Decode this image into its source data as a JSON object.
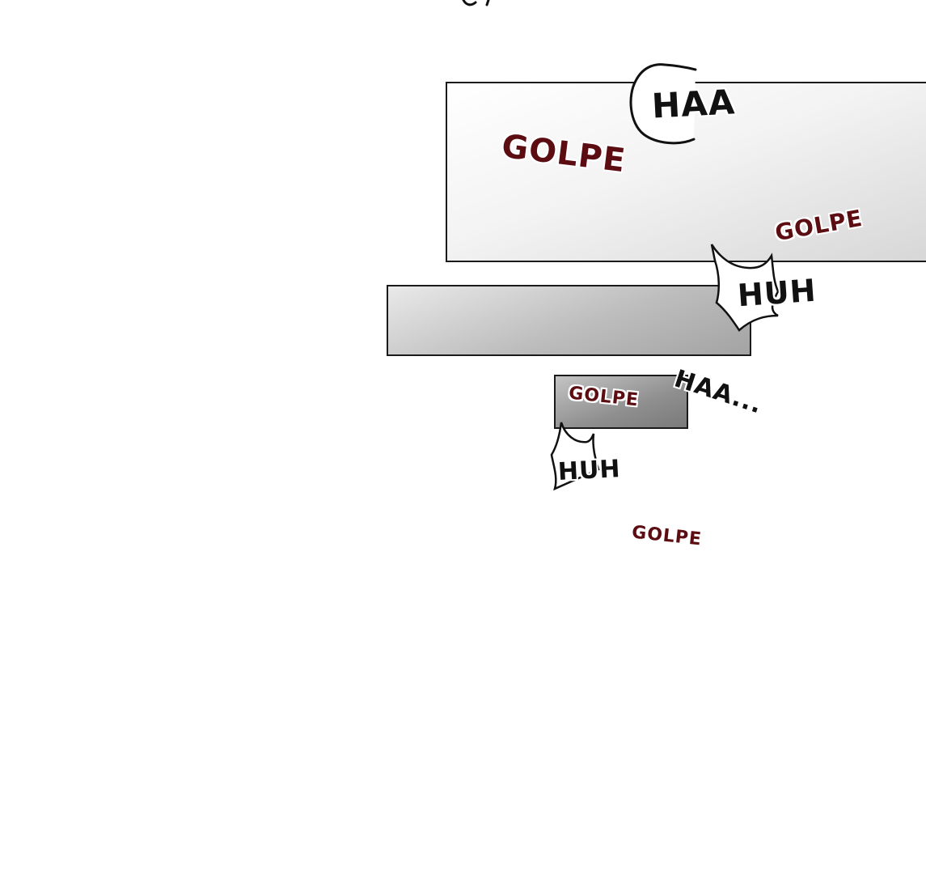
{
  "sound_effects": {
    "golpe_large": "GOLPE",
    "golpe_right": "GOLPE",
    "golpe_small_panel": "GOLPE",
    "golpe_bottom": "GOLPE",
    "haa_top": "HAA",
    "huh_right": "HUH",
    "haa_trailing": "HAA...",
    "huh_bottom": "HUH"
  },
  "colors": {
    "impact_text": "#5c0d12",
    "breath_text": "#111111",
    "panel_border": "#1a1a1a",
    "background": "#ffffff"
  }
}
